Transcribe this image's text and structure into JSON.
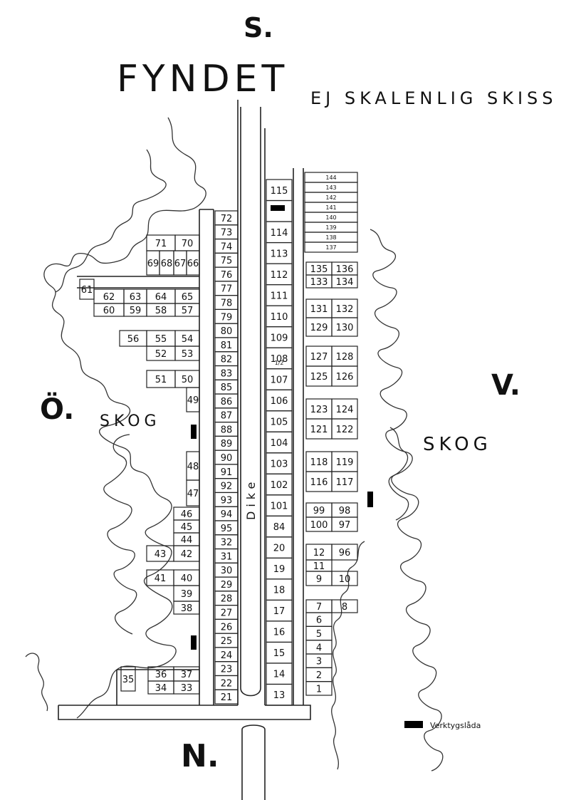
{
  "title": "FYNDET",
  "note": "EJ SKALENLIG SKISS",
  "compass": {
    "south": "S.",
    "north": "N.",
    "east": "V.",
    "west": "Ö."
  },
  "forest": {
    "left": "SKOG",
    "right": "SKOG"
  },
  "ditch": "Dike",
  "legend": {
    "label": "Verktygslåda"
  },
  "colors": {
    "ink": "#111111",
    "paper": "#ffffff"
  },
  "plots": {
    "colA": [
      "72",
      "73",
      "74",
      "75",
      "76",
      "77",
      "78",
      "79",
      "80",
      "81",
      "82",
      "83",
      "85",
      "86",
      "87",
      "88",
      "89",
      "90",
      "91",
      "92",
      "93",
      "94",
      "95",
      "32",
      "31",
      "30",
      "29",
      "28",
      "27",
      "26",
      "25",
      "24",
      "23",
      "22",
      "21"
    ],
    "colB": [
      "115",
      "",
      "114",
      "113",
      "112",
      "111",
      "110",
      "109",
      "108",
      "107",
      "106",
      "105",
      "104",
      "103",
      "102",
      "101",
      "84",
      "20",
      "19",
      "18",
      "17",
      "16",
      "15",
      "14",
      "13"
    ],
    "colC": [
      "144",
      "143",
      "142",
      "141",
      "140",
      "139",
      "138",
      "137"
    ],
    "left": [
      "71",
      "70",
      "69",
      "68",
      "67",
      "66",
      "61",
      "62",
      "63",
      "64",
      "65",
      "60",
      "59",
      "58",
      "57",
      "56",
      "55",
      "54",
      "52",
      "53",
      "51",
      "50",
      "49",
      "48",
      "47",
      "46",
      "45",
      "44",
      "43",
      "42",
      "41",
      "40",
      "39",
      "38",
      "36",
      "37",
      "34",
      "33",
      "35"
    ],
    "right": [
      "135",
      "136",
      "133",
      "134",
      "131",
      "132",
      "129",
      "130",
      "127",
      "128",
      "125",
      "126",
      "123",
      "124",
      "121",
      "122",
      "118",
      "119",
      "116",
      "117",
      "99",
      "98",
      "100",
      "97",
      "12",
      "96",
      "11",
      "9",
      "10",
      "7",
      "8",
      "6",
      "5",
      "4",
      "3",
      "2",
      "1"
    ],
    "note108": "1/2"
  }
}
